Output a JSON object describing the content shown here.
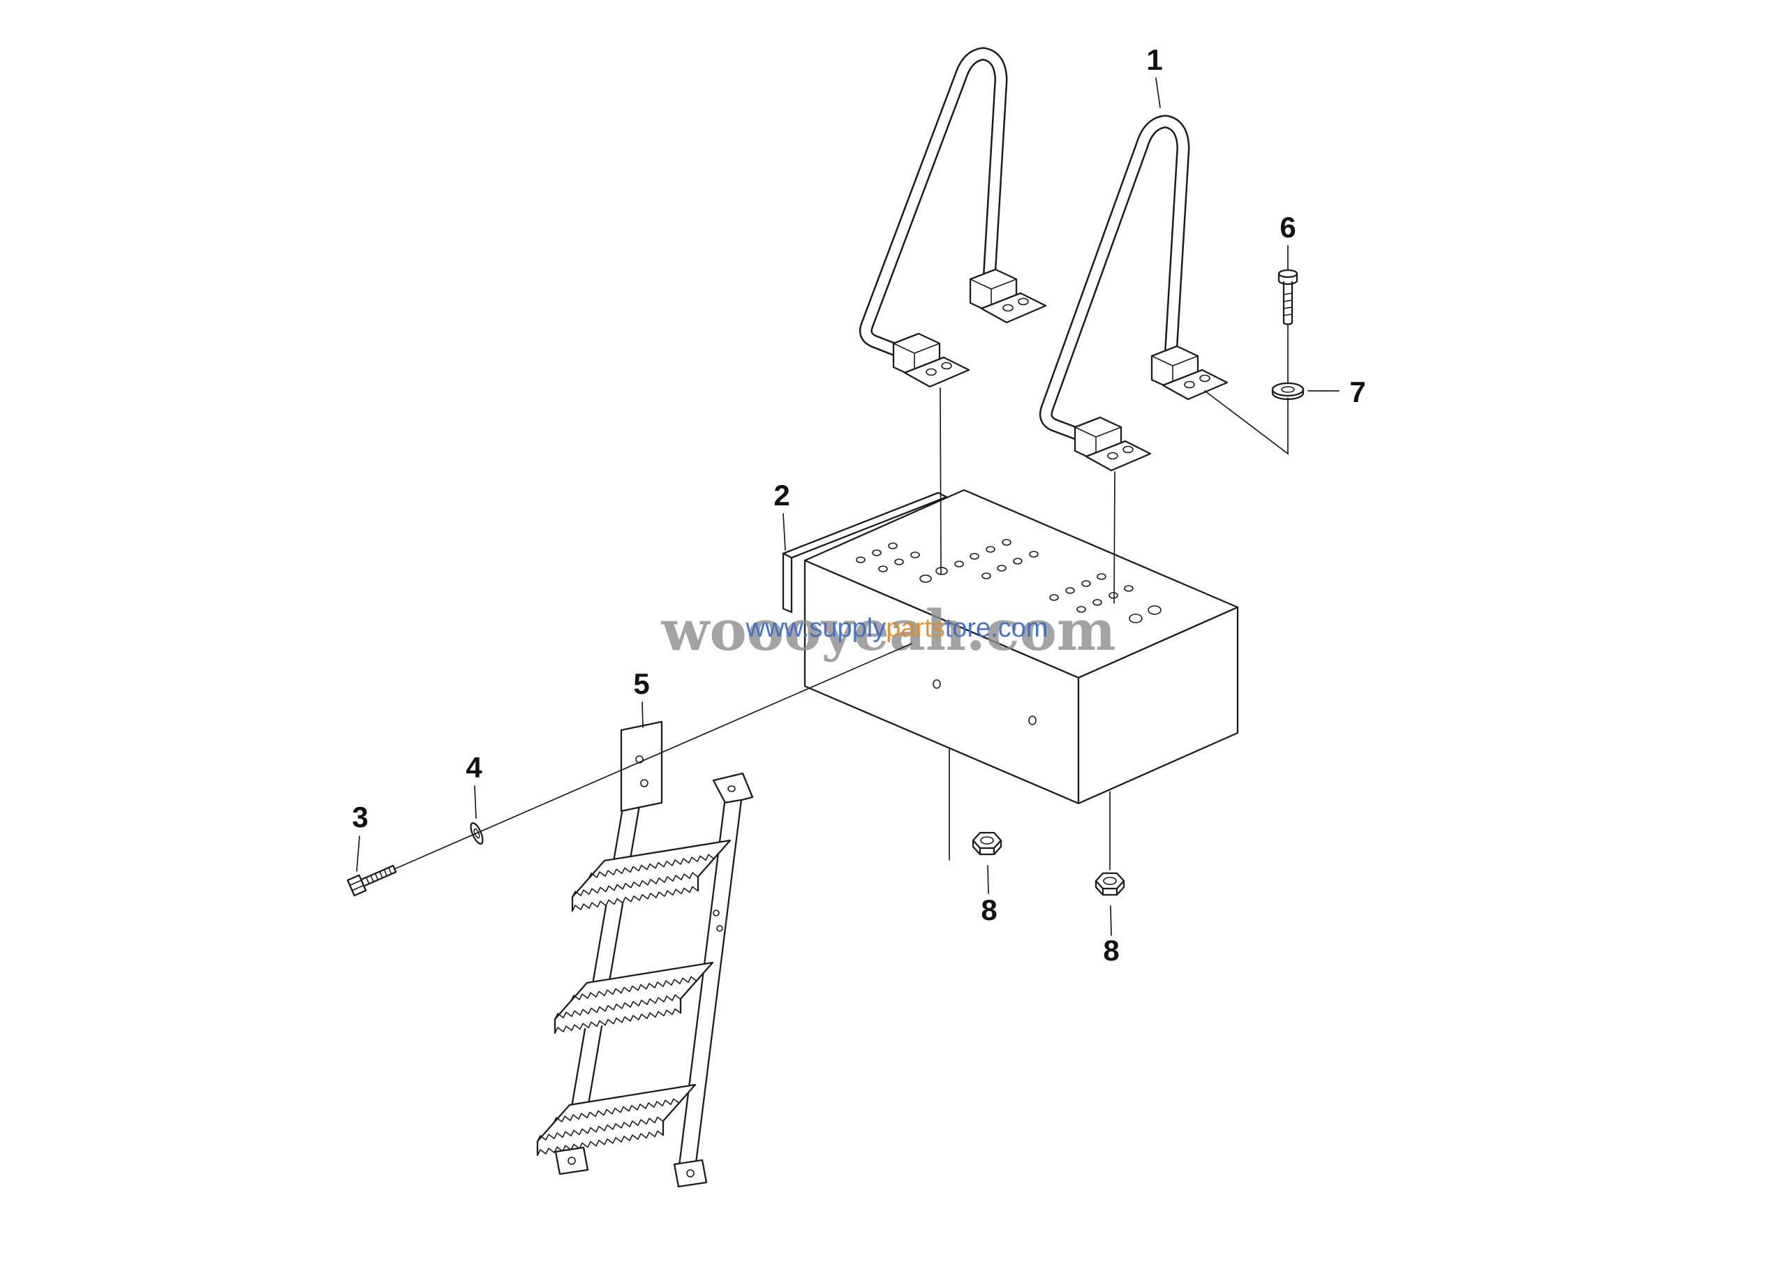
{
  "diagram": {
    "background_color": "#ffffff",
    "line_color": "#1c1c1c",
    "callouts": [
      {
        "label": "1"
      },
      {
        "label": "2"
      },
      {
        "label": "3"
      },
      {
        "label": "4"
      },
      {
        "label": "5"
      },
      {
        "label": "6"
      },
      {
        "label": "7"
      },
      {
        "label": "8"
      },
      {
        "label": "8"
      }
    ],
    "watermark": {
      "primary": "woooyeah.com",
      "primary_color": "#8d8d8d",
      "secondary_prefix": "www.supply",
      "secondary_mid": "parts",
      "secondary_suffix": "tore.com",
      "secondary_color": "#3a6bc9",
      "secondary_mid_color": "#e08a28"
    }
  }
}
